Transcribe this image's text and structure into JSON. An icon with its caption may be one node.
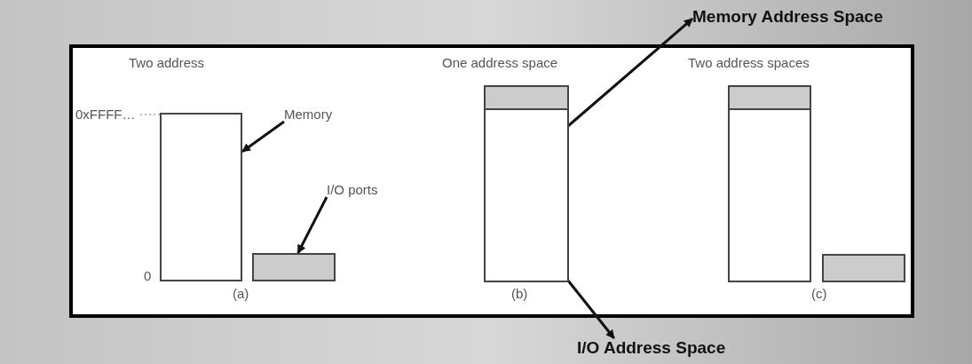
{
  "diagram": {
    "nodes": [
      {
        "text": [
          "Memory Address Space"
        ]
      },
      {
        "text": [
          "Memory"
        ]
      },
      {
        "text": [],
        "shape": "bar"
      },
      {
        "text": [
          "I/O ports"
        ]
      },
      {
        "text": [],
        "shape": "bar"
      },
      {
        "text": [],
        "shape": "bar"
      },
      {
        "text": [],
        "shape": "bar"
      },
      {
        "text": [],
        "shape": "bar"
      },
      {
        "text": [],
        "shape": "bar"
      },
      {
        "text": [],
        "shape": "bar"
      },
      {
        "text": [
          "I/O Address Space"
        ]
      }
    ],
    "edges": [
      {
        "from": 1,
        "to": 2,
        "arrow": "to"
      },
      {
        "from": 3,
        "to": 4,
        "arrow": "to"
      },
      {
        "from": 6,
        "to": 0,
        "arrow": "to"
      },
      {
        "from": 6,
        "to": 10,
        "arrow": "to"
      }
    ],
    "labels": [
      "Two address",
      "One address space",
      "Two address spaces",
      "0xFFFF…",
      "0",
      "(a)",
      "(b)",
      "(c)"
    ]
  }
}
